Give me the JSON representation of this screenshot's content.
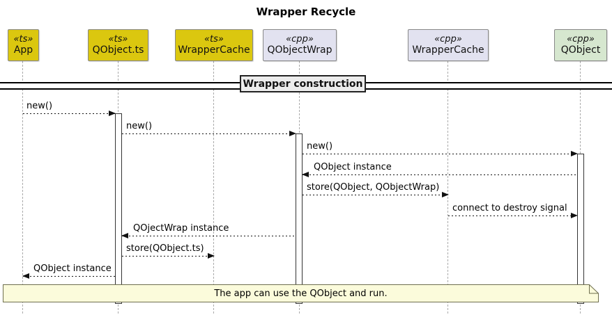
{
  "title": "Wrapper Recycle",
  "divider": {
    "label": "Wrapper construction"
  },
  "participants": [
    {
      "stereotype": "«ts»",
      "name": "App"
    },
    {
      "stereotype": "«ts»",
      "name": "QObject.ts"
    },
    {
      "stereotype": "«ts»",
      "name": "WrapperCache"
    },
    {
      "stereotype": "«cpp»",
      "name": "QObjectWrap"
    },
    {
      "stereotype": "«cpp»",
      "name": "WrapperCache"
    },
    {
      "stereotype": "«cpp»",
      "name": "QObject"
    }
  ],
  "messages": [
    {
      "label": "new()",
      "from": "App",
      "to": "QObject.ts"
    },
    {
      "label": "new()",
      "from": "QObject.ts",
      "to": "QObjectWrap"
    },
    {
      "label": "new()",
      "from": "QObjectWrap",
      "to": "QObject"
    },
    {
      "label": "QObject instance",
      "from": "QObject",
      "to": "QObjectWrap"
    },
    {
      "label": "store(QObject, QObjectWrap)",
      "from": "QObjectWrap",
      "to": "WrapperCache (cpp)"
    },
    {
      "label": "connect to destroy signal",
      "from": "WrapperCache (cpp)",
      "to": "QObject"
    },
    {
      "label": "QOjectWrap instance",
      "from": "QObjectWrap",
      "to": "QObject.ts"
    },
    {
      "label": "store(QObject.ts)",
      "from": "QObject.ts",
      "to": "WrapperCache (ts)"
    },
    {
      "label": "QObject instance",
      "from": "QObject.ts",
      "to": "App"
    }
  ],
  "note": {
    "text": "The app can use the QObject and run."
  },
  "colors": {
    "ts_fill": "#DBC70F",
    "cpp_fill": "#E2E2F0",
    "qobject_fill": "#D6E7CF",
    "box_border": "#888888",
    "divider_fill": "#ECECEC",
    "note_fill": "#FBFBDB",
    "note_border": "#6E6E4E",
    "line": "#111111",
    "lifeline": "#AAAAAA"
  }
}
